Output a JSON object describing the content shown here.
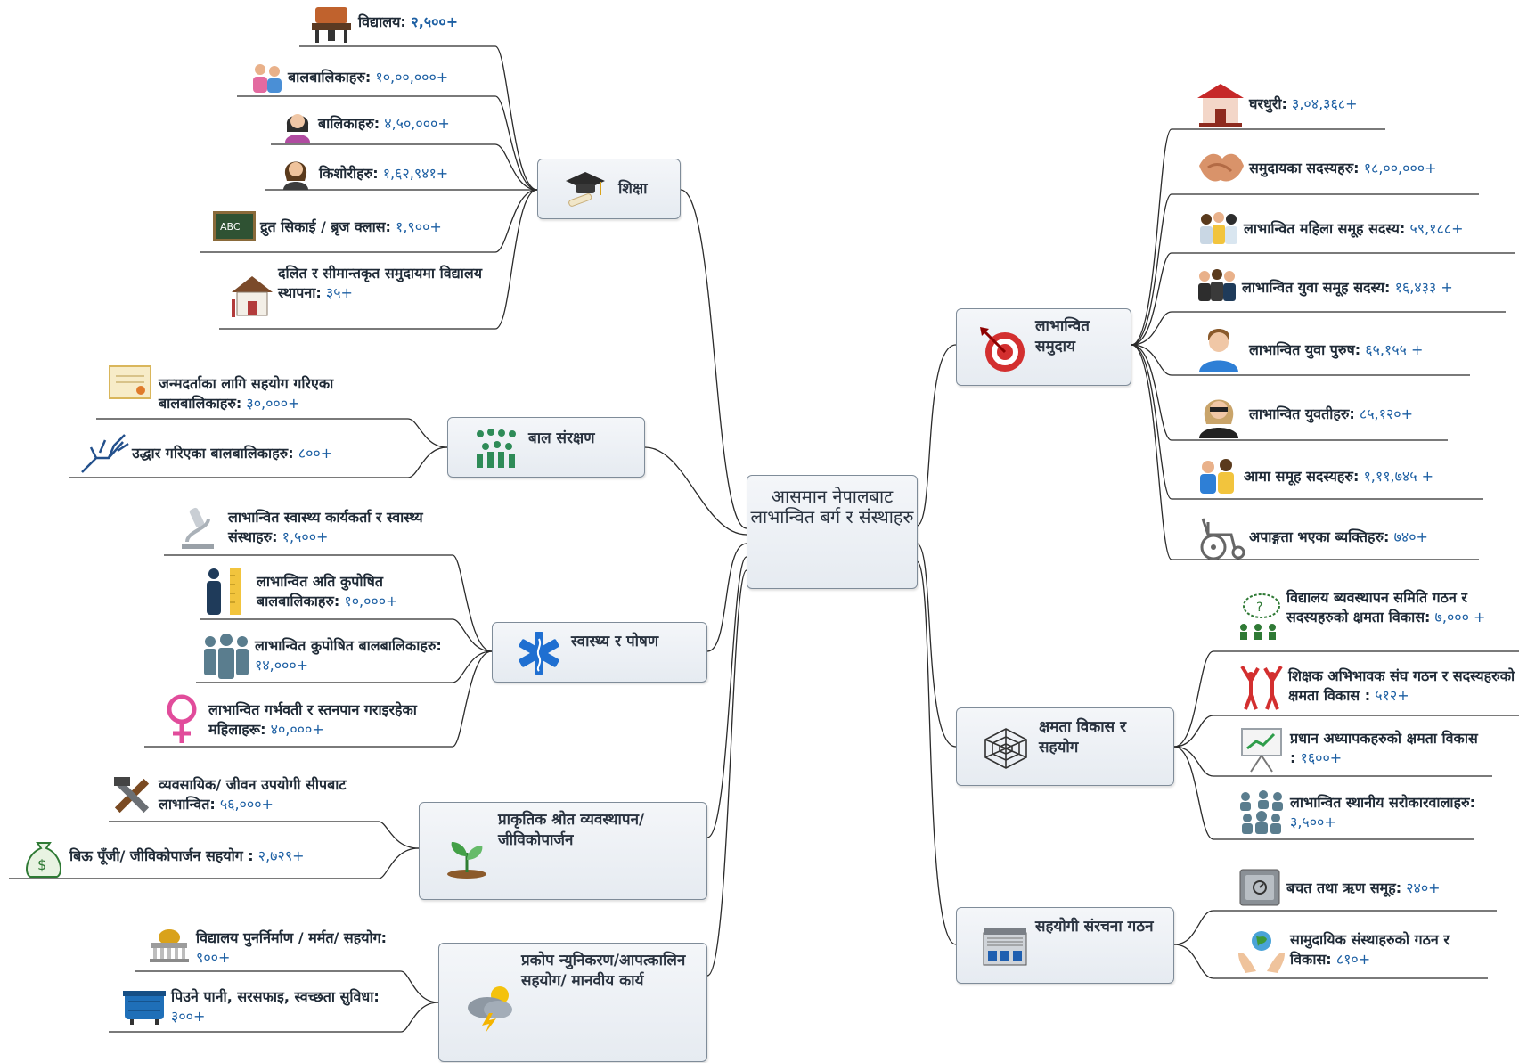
{
  "center": {
    "label": "आसमान नेपालबाट लाभान्वित बर्ग र संस्थाहरु"
  },
  "branches": {
    "education": {
      "label": "शिक्षा",
      "icon": "graduation-cap-icon",
      "items": [
        {
          "text": "विद्यालय:",
          "value": "२,५००+",
          "icon": "school-chairs-icon"
        },
        {
          "text": "बालबालिकाहरु:",
          "value": "१०,००,०००+",
          "icon": "children-icon"
        },
        {
          "text": "बालिकाहरु:",
          "value": "४,५०,०००+",
          "icon": "girl-icon"
        },
        {
          "text": "किशोरीहरु:",
          "value": "१,६२,९४१+",
          "icon": "adolescent-girl-icon"
        },
        {
          "text": "द्रुत सिकाई / ब्रृज क्लास:",
          "value": "१,९००+",
          "icon": "chalkboard-icon"
        },
        {
          "text": "दलित र सीमान्तकृत समुदायमा विद्यालय स्थापना:",
          "value": "३५+",
          "icon": "school-house-icon"
        }
      ]
    },
    "child_protection": {
      "label": "बाल संरक्षण",
      "icon": "children-group-icon",
      "items": [
        {
          "text": "जन्मदर्ताका लागि सहयोग गरिएका बालबालिकाहरु:",
          "value": "३०,०००+",
          "icon": "certificate-icon"
        },
        {
          "text": "उद्धार गरिएका बालबालिकाहरु:",
          "value": "८००+",
          "icon": "rescue-hand-icon"
        }
      ]
    },
    "health": {
      "label": "स्वास्थ्य र पोषण",
      "icon": "star-of-life-icon",
      "items": [
        {
          "text": "लाभान्वित स्वास्थ्य कार्यकर्ता र स्वास्थ्य संस्थाहरु:",
          "value": "१,५००+",
          "icon": "microscope-icon"
        },
        {
          "text": "लाभान्वित अति कुपोषित बालबालिकाहरु:",
          "value": "१०,०००+",
          "icon": "height-measure-icon"
        },
        {
          "text": "लाभान्वित कुपोषित बालबालिकाहरु:",
          "value": "१४,०००+",
          "icon": "family-icon"
        },
        {
          "text": "लाभान्वित गर्भवती र स्तनपान गराइरहेका महिलाहरू:",
          "value": "४०,०००+",
          "icon": "female-symbol-icon"
        }
      ]
    },
    "natural_resources": {
      "label": "प्राकृतिक श्रोत व्यवस्थापन/जीविकोपार्जन",
      "icon": "seedling-icon",
      "items": [
        {
          "text": "व्यवसायिक/ जीवन उपयोगी सीपबाट लाभान्वित:",
          "value": "५६,०००+",
          "icon": "tools-icon"
        },
        {
          "text": "बिऊ पूँजी/ जीविकोपार्जन सहयोग :",
          "value": "२,७२९+",
          "icon": "money-bag-icon"
        }
      ]
    },
    "disaster": {
      "label": "प्रकोप न्युनिकरण/आपत्कालिन सहयोग/ मानवीय कार्य",
      "icon": "storm-cloud-icon",
      "items": [
        {
          "text": "विद्यालय पुनर्निर्माण / मर्मत/ सहयोग:",
          "value": "९००+",
          "icon": "building-icon"
        },
        {
          "text": "पिउने पानी, सरसफाइ, स्वच्छता सुविधा:",
          "value": "३००+",
          "icon": "water-tank-icon"
        }
      ]
    },
    "community": {
      "label": "लाभान्वित समुदाय",
      "icon": "target-icon",
      "items": [
        {
          "text": "घरधुरी:",
          "value": "३,०४,३६८+",
          "icon": "house-icon"
        },
        {
          "text": "समुदायका सदस्यहरु:",
          "value": "१८,००,०००+",
          "icon": "handshake-icon"
        },
        {
          "text": "लाभान्वित महिला समूह सदस्य:",
          "value": "५९,१८८+",
          "icon": "women-group-icon"
        },
        {
          "text": "लाभान्वित युवा समूह सदस्य:",
          "value": "१६,४३३ +",
          "icon": "youth-group-icon"
        },
        {
          "text": "लाभान्वित युवा पुरुष:",
          "value": "६५,१५५ +",
          "icon": "young-man-icon"
        },
        {
          "text": "लाभान्वित युवतीहरु:",
          "value": "८५,१२०+",
          "icon": "young-woman-icon"
        },
        {
          "text": "आमा समूह सदस्यहरु:",
          "value": "१,११,७४५ +",
          "icon": "mothers-group-icon"
        },
        {
          "text": "अपाङ्गता भएका ब्यक्तिहरु:",
          "value": "७४०+",
          "icon": "wheelchair-icon"
        }
      ]
    },
    "capacity": {
      "label": "क्षमता विकास र सहयोग",
      "icon": "network-web-icon",
      "items": [
        {
          "text": "विद्यालय ब्यवस्थापन समिति गठन र सदस्यहरुको क्षमता विकास:",
          "value": "७,००० +",
          "icon": "committee-icon"
        },
        {
          "text": "शिक्षक अभिभावक संघ गठन र सदस्यहरुको क्षमता विकास :",
          "value": "५१२+",
          "icon": "cheering-people-icon"
        },
        {
          "text": "प्रधान अध्यापकहरुको क्षमता विकास :",
          "value": "१६००+",
          "icon": "presentation-board-icon"
        },
        {
          "text": "लाभान्वित स्थानीय सरोकारवालाहरु:",
          "value": "३,५००+",
          "icon": "stakeholders-icon"
        }
      ]
    },
    "structures": {
      "label": "सहयोगी संरचना गठन",
      "icon": "building-block-icon",
      "items": [
        {
          "text": "बचत तथा ऋण समूह:",
          "value": "२४०+",
          "icon": "safe-icon"
        },
        {
          "text": "सामुदायिक संस्थाहरुको गठन र विकास:",
          "value": "८१०+",
          "icon": "globe-hands-icon"
        }
      ]
    }
  },
  "colors": {
    "line": "#2b2b2b",
    "value_text": "#1c5fa3",
    "node_border": "#7f8c99"
  }
}
